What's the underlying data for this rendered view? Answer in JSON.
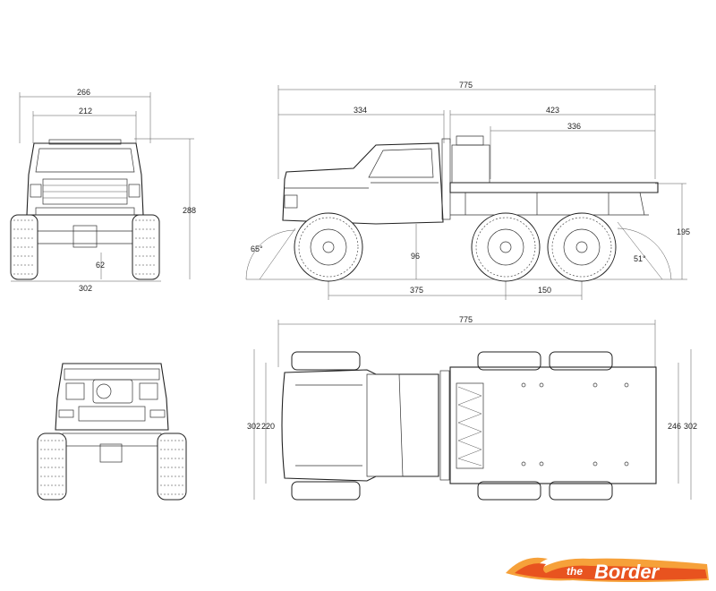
{
  "front_view": {
    "width_overall": "266",
    "width_body": "212",
    "height_overall": "288",
    "ground_clearance": "62",
    "track_width": "302"
  },
  "side_view": {
    "length_overall": "775",
    "cab_length": "334",
    "bed_length": "423",
    "bed_inner": "336",
    "bed_height": "195",
    "approach_angle": "65°",
    "departure_angle": "51°",
    "clearance": "96",
    "wheelbase_front": "375",
    "wheelbase_rear": "150"
  },
  "top_view": {
    "length_overall": "775",
    "left_width_outer": "302",
    "left_width_inner": "220",
    "right_width_inner": "246",
    "right_width_outer": "302"
  },
  "logo": {
    "prefix": "the",
    "name": "Border",
    "colors": {
      "flame": "#e8531f",
      "flame_light": "#f6a13a",
      "text": "#ffffff"
    }
  }
}
